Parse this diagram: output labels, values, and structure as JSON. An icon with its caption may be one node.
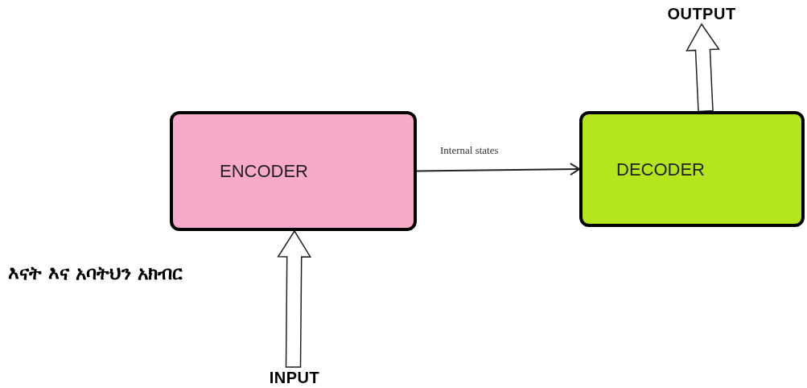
{
  "diagram": {
    "nodes": [
      {
        "text": [
          "ENCODER"
        ]
      },
      {
        "text": [
          "DECODER"
        ]
      },
      {
        "text": [
          "INPUT"
        ]
      },
      {
        "text": [
          "OUTPUT"
        ]
      }
    ],
    "edges": [
      {
        "from": 0,
        "to": 1,
        "arrow": "to",
        "label": "Internal states"
      },
      {
        "from": 2,
        "to": 0,
        "arrow": "to",
        "style": "thick"
      },
      {
        "from": 1,
        "to": 3,
        "arrow": "to",
        "style": "thick"
      }
    ],
    "labels": [
      "እናት እና አባትህን አክብር"
    ]
  }
}
